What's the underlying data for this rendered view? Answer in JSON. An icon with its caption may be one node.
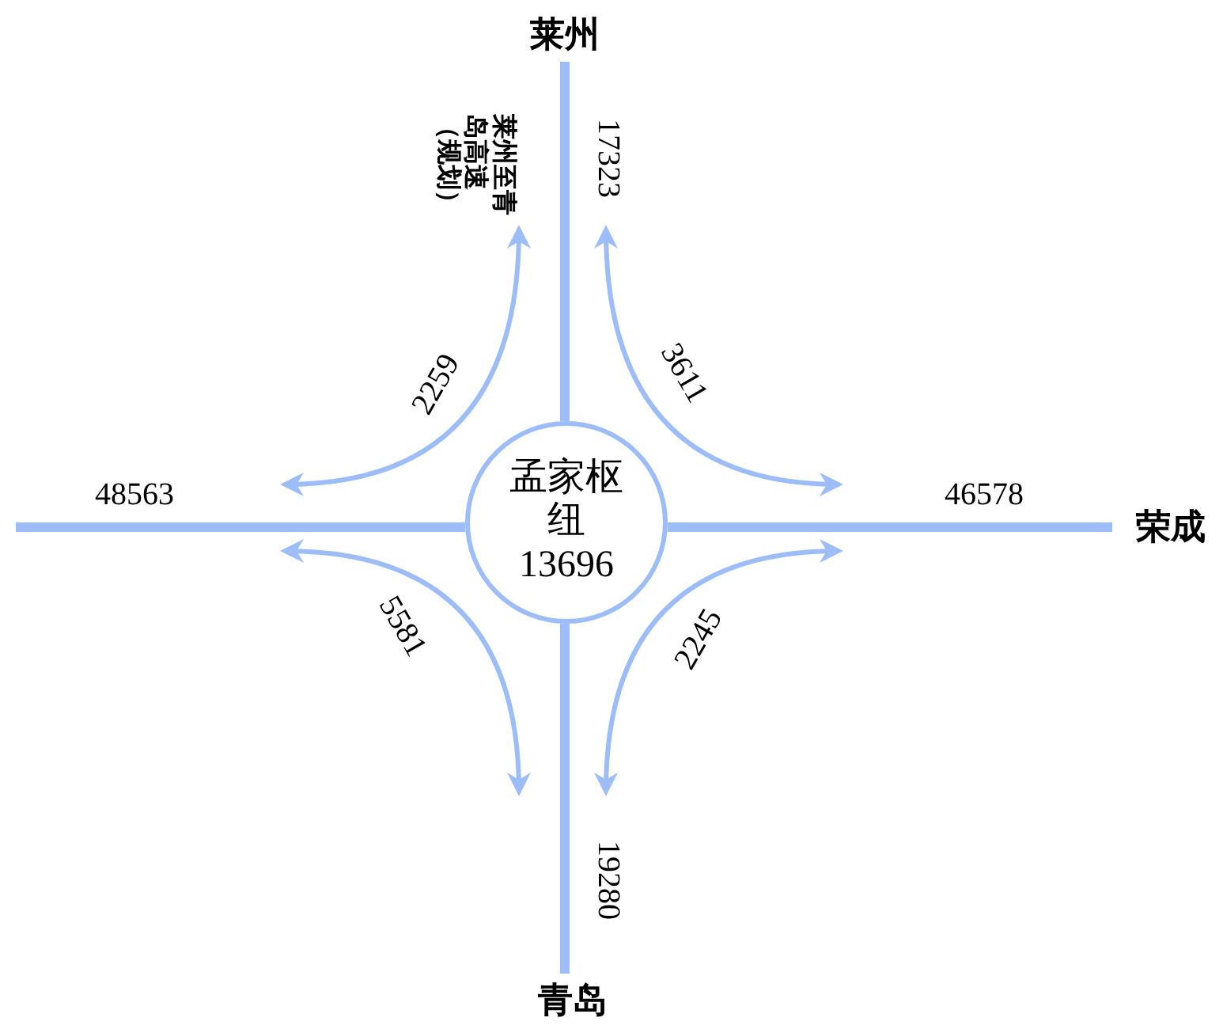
{
  "diagram": {
    "nodes": [
      {
        "text": [
          "孟家枢纽",
          "13696"
        ]
      },
      {
        "text": [
          "莱州"
        ]
      },
      {
        "text": [
          "荣成"
        ]
      },
      {
        "text": [
          "青岛"
        ]
      }
    ],
    "edges": [
      {
        "from": 0,
        "to": 1,
        "arrow": "none",
        "label": "17323"
      },
      {
        "from": 0,
        "to": 2,
        "arrow": "none",
        "label": "46578"
      },
      {
        "from": 0,
        "to": 3,
        "arrow": "none",
        "label": "19280"
      },
      {
        "from": 0,
        "to": null,
        "arrow": "none",
        "label": "48563"
      }
    ],
    "labels": [
      "莱州至青岛高速（规划）",
      "2259",
      "3611",
      "5581",
      "2245"
    ]
  }
}
